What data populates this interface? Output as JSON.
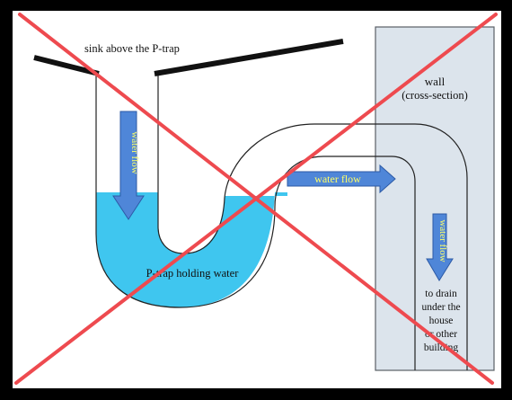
{
  "labels": {
    "sink": "sink above the P-trap",
    "wall_line1": "wall",
    "wall_line2": "(cross-section)",
    "flow_down_left": "water flow",
    "flow_right": "water flow",
    "flow_down_right": "water flow",
    "trap": "P-trap holding water",
    "drain_line1": "to drain",
    "drain_line2": "under the",
    "drain_line3": "house",
    "drain_line4": "or other",
    "drain_line5": "building"
  },
  "colors": {
    "frame": "#000000",
    "background": "#ffffff",
    "water": "#3fc6ef",
    "wall_fill": "#dce4ec",
    "arrow_fill": "#4f86d8",
    "arrow_stroke": "#2c5aa6",
    "flow_text": "#ffff66",
    "cross": "#ee4a4f"
  }
}
